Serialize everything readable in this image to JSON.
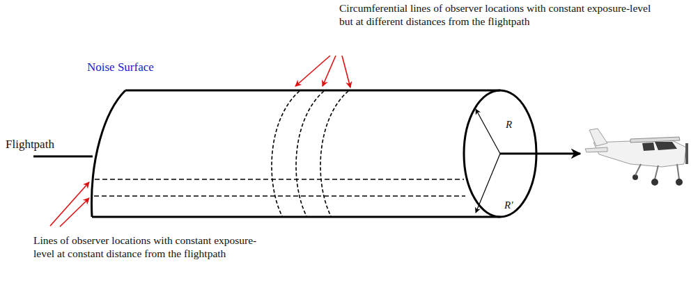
{
  "diagram": {
    "labels": [
      "Circumferential lines of observer locations with constant exposure-level but at different distances from the flightpath",
      "Noise Surface",
      "Flightpath",
      "R",
      "R′",
      "Lines of observer locations with constant exposure-level at constant distance from the flightpath"
    ]
  }
}
